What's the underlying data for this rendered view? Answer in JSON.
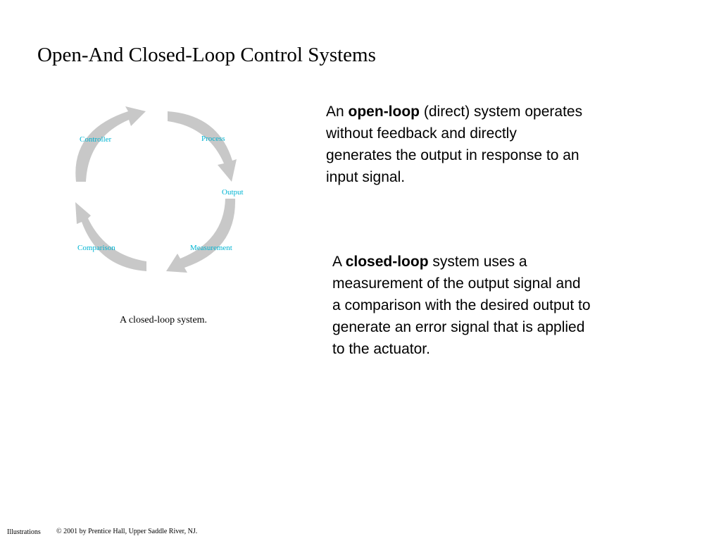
{
  "slide": {
    "title": "Open-And Closed-Loop Control Systems"
  },
  "diagram": {
    "caption": "A closed-loop system.",
    "nodes": [
      "Controller",
      "Process",
      "Output",
      "Measurement",
      "Comparison"
    ],
    "label_color": "#00b4d2",
    "arrow_color": "#c8c8c8"
  },
  "open_loop": {
    "prefix": "An ",
    "term": "open-loop",
    "rest": " (direct) system operates without feedback and directly generates the output in response to an input signal."
  },
  "closed_loop": {
    "prefix": "A ",
    "term": "closed-loop",
    "rest": " system uses a measurement of the output signal and a comparison with the desired output to generate an error signal that is applied to the actuator."
  },
  "footer": {
    "section": "Illustrations",
    "copyright": "© 2001 by Prentice Hall, Upper Saddle River, NJ."
  }
}
